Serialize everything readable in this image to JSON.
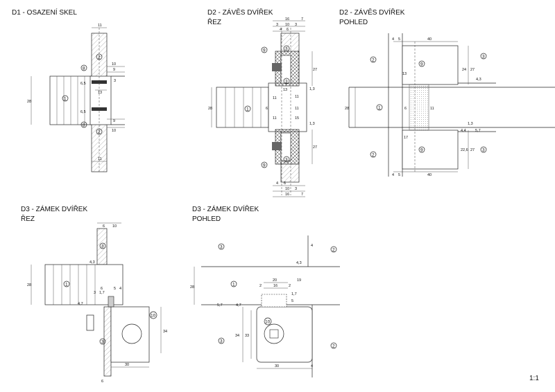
{
  "titles": {
    "d1": "D1 - OSAZENÍ SKEL",
    "d2_rez_1": "D2 - ZÁVĚS DVÍŘEK",
    "d2_rez_2": "ŘEZ",
    "d2_pohled_1": "D2 - ZÁVĚS DVÍŘEK",
    "d2_pohled_2": "POHLED",
    "d3_rez_1": "D3 - ZÁMEK DVÍŘEK",
    "d3_rez_2": "ŘEZ",
    "d3_pohled_1": "D3 - ZÁMEK DVÍŘEK",
    "d3_pohled_2": "POHLED"
  },
  "scale": "1:1",
  "markers": {
    "m1": "1",
    "m2": "2",
    "m3": "3",
    "m8": "8",
    "m9": "9",
    "m10": "10"
  },
  "dims": {
    "d1": {
      "top": "11",
      "v28": "28",
      "a10": "10",
      "a9": "9",
      "a3": "3",
      "a13": "13",
      "a65": "6,5",
      "b9": "9",
      "b10": "10",
      "bot": "11",
      "b65": "6,5"
    },
    "d2r": {
      "t16": "16",
      "t10": "10",
      "t3a": "3",
      "t3b": "3",
      "t4": "4",
      "t6": "6",
      "t7": "7",
      "v27a": "27",
      "v28": "28",
      "s13": "13",
      "s11a": "11",
      "s11b": "11",
      "s6": "6",
      "s15": "15",
      "v27b": "27",
      "b4": "4",
      "b6": "6",
      "b10": "10",
      "b3": "3",
      "b16": "16",
      "b7": "7",
      "v13a": "1,3",
      "v13b": "1,3",
      "s11c": "11",
      "s11d": "11"
    },
    "d2p": {
      "a4": "4",
      "a5": "5",
      "a40": "40",
      "v24": "24",
      "v27": "27",
      "s13": "13",
      "v43": "4,3",
      "v28": "28",
      "s6": "6",
      "s11": "11",
      "s17": "17",
      "v44": "4,4",
      "v13": "1,3",
      "v57": "5,7",
      "v226": "22,6",
      "v27b": "27",
      "b4": "4",
      "b5": "5",
      "b40": "40"
    },
    "d3r": {
      "t6": "6",
      "t10": "10",
      "v28": "28",
      "v43": "4,3",
      "s6": "6",
      "s5": "5",
      "s4": "4",
      "s17": "1,7",
      "v47": "4,7",
      "v34": "34",
      "s30": "30",
      "b6": "6",
      "s3": "3"
    },
    "d3p": {
      "a4": "4",
      "v28": "28",
      "v43": "4,3",
      "s20": "20",
      "s19": "19",
      "s2a": "2",
      "s16": "16",
      "s2b": "2",
      "v57": "5,7",
      "v47": "4,7",
      "s17": "1,7",
      "s5": "5",
      "v34": "34",
      "v33": "33",
      "b30": "30",
      "b4": "4"
    }
  }
}
